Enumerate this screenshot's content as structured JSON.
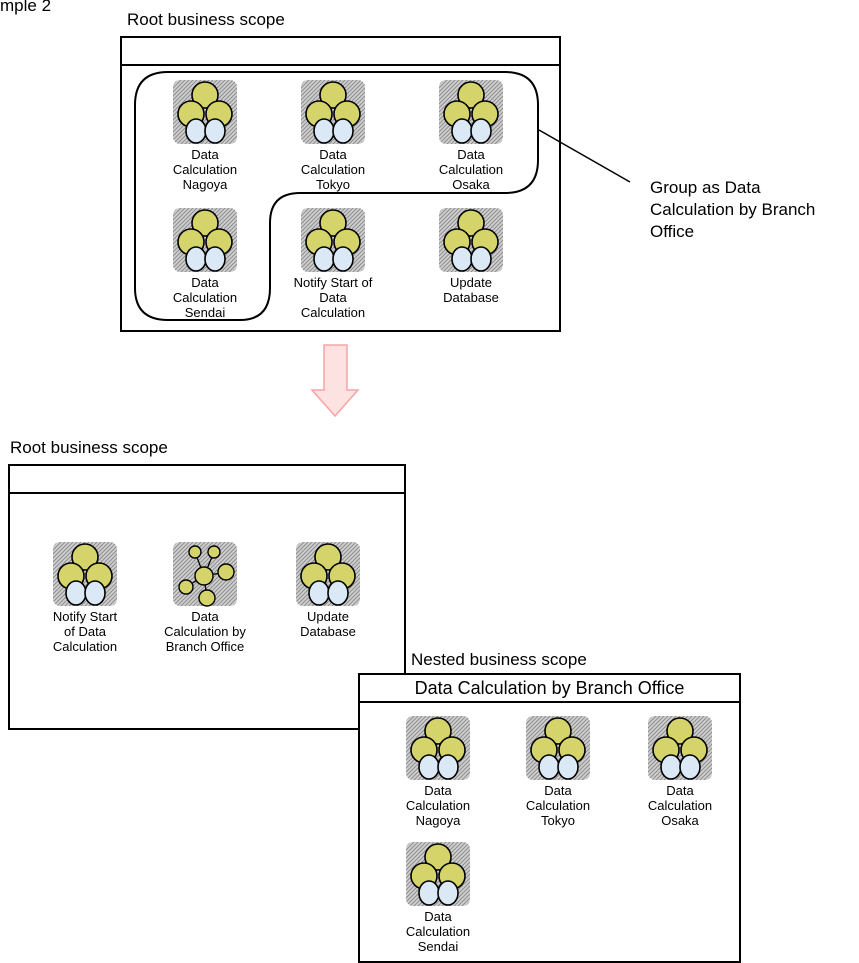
{
  "header_fragment": "mple 2",
  "top": {
    "scope_label": "Root business scope",
    "jobs": [
      {
        "id": "t1",
        "caption": [
          "Data",
          "Calculation",
          "Nagoya"
        ]
      },
      {
        "id": "t2",
        "caption": [
          "Data",
          "Calculation",
          "Tokyo"
        ]
      },
      {
        "id": "t3",
        "caption": [
          "Data",
          "Calculation",
          "Osaka"
        ]
      },
      {
        "id": "t4",
        "caption": [
          "Data",
          "Calculation",
          "Sendai"
        ]
      },
      {
        "id": "t5",
        "caption": [
          "Notify Start of",
          "Data",
          "Calculation"
        ]
      },
      {
        "id": "t6",
        "caption": [
          "Update",
          "Database"
        ]
      }
    ],
    "callout": [
      "Group as Data",
      "Calculation by Branch",
      "Office"
    ]
  },
  "bottom": {
    "scope_label": "Root business scope",
    "jobs": [
      {
        "id": "b1",
        "caption": [
          "Notify Start",
          "of Data",
          "Calculation"
        ],
        "icon": "job"
      },
      {
        "id": "b2",
        "caption": [
          "Data",
          "Calculation by",
          "Branch Office"
        ],
        "icon": "nested"
      },
      {
        "id": "b3",
        "caption": [
          "Update",
          "Database"
        ],
        "icon": "job"
      }
    ]
  },
  "nested": {
    "scope_label": "Nested business scope",
    "title": "Data Calculation by Branch Office",
    "jobs": [
      {
        "id": "n1",
        "caption": [
          "Data",
          "Calculation",
          "Nagoya"
        ]
      },
      {
        "id": "n2",
        "caption": [
          "Data",
          "Calculation",
          "Tokyo"
        ]
      },
      {
        "id": "n3",
        "caption": [
          "Data",
          "Calculation",
          "Osaka"
        ]
      },
      {
        "id": "n4",
        "caption": [
          "Data",
          "Calculation",
          "Sendai"
        ]
      }
    ]
  },
  "colors": {
    "job_circle_fill": "#d4d46a",
    "child_circle_fill": "#dbe9f7",
    "arrow_fill": "#fde2e2",
    "arrow_stroke": "#f3a5a5"
  }
}
